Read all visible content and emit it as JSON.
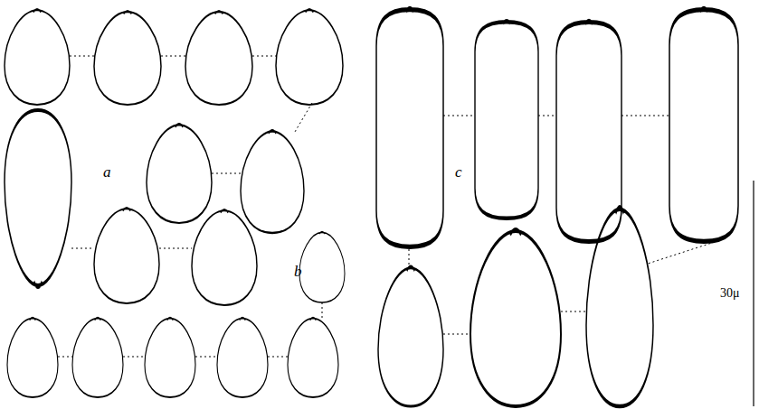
{
  "diagram": {
    "labels": [
      "a",
      "b",
      "c",
      "30μ"
    ]
  }
}
